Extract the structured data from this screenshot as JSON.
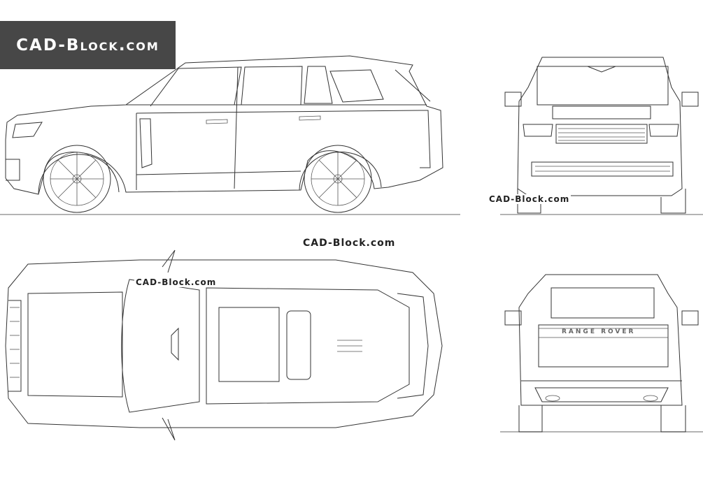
{
  "watermark": {
    "main_logo": "CAD-Block.com",
    "side_view_label": "CAD-Block.com",
    "top_center_label": "CAD-Block.com",
    "top_view_label": "CAD-Block.com"
  },
  "rear_badge": "RANGE ROVER",
  "views": [
    "side-view",
    "front-view",
    "top-view",
    "rear-view"
  ],
  "colors": {
    "logo_bg": "#474747",
    "line": "#333333",
    "ground": "#888888"
  }
}
